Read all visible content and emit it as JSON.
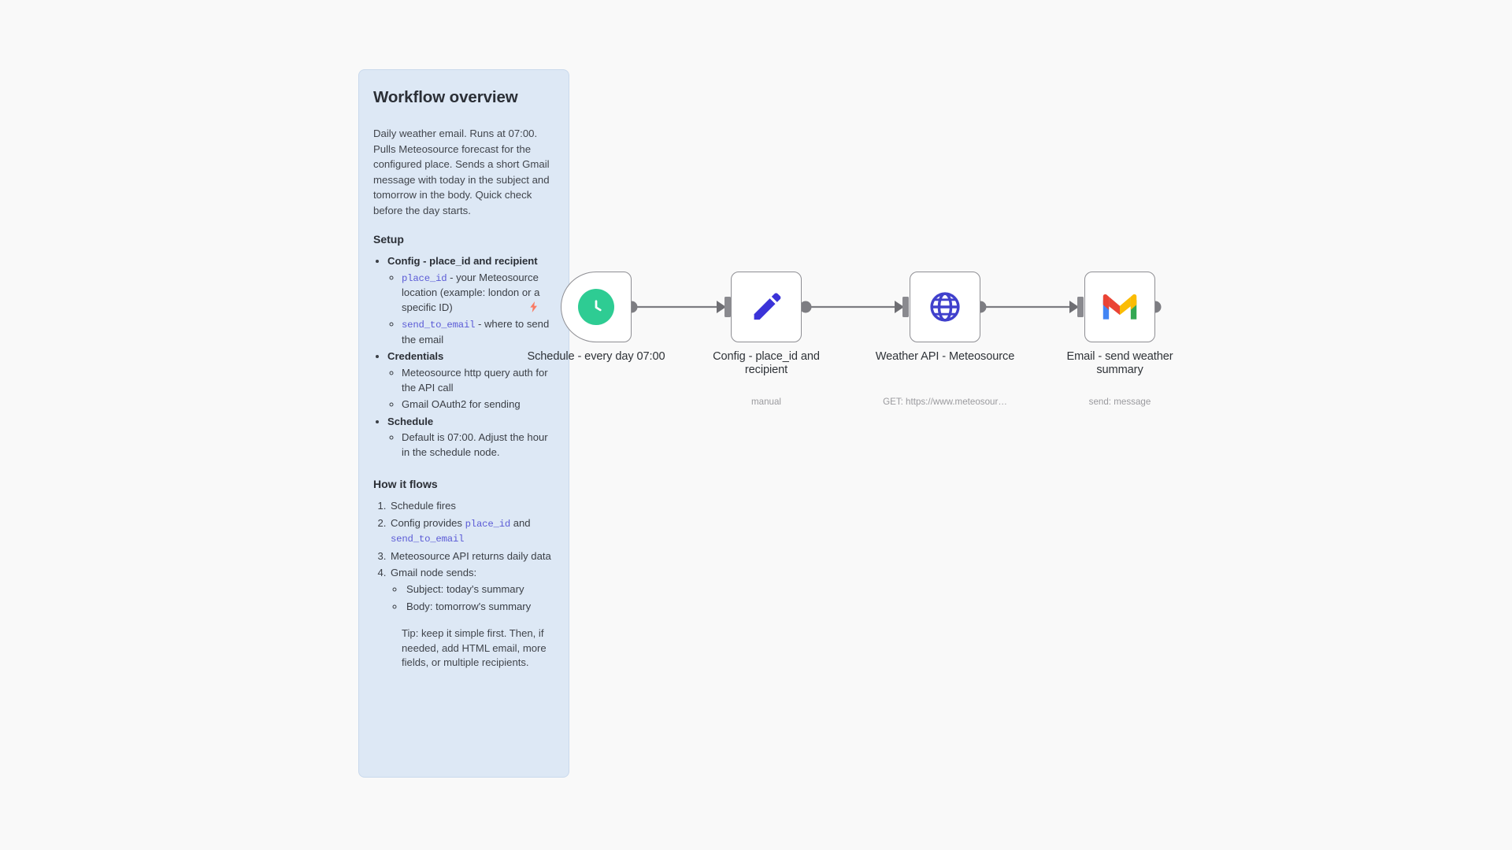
{
  "canvas": {
    "background": "#f9f9f9"
  },
  "sticky_note": {
    "title": "Workflow overview",
    "background": "#dde8f5",
    "border_color": "#c9d9ec",
    "description": "Daily weather email. Runs at 07:00. Pulls Meteosource forecast for the configured place. Sends a short Gmail message with today in the subject and tomorrow in the body. Quick check before the day starts.",
    "setup": {
      "heading": "Setup",
      "items": [
        {
          "label": "Config - place_id and recipient",
          "children": [
            {
              "code": "place_id",
              "text": " - your Meteosource location (example: london or a specific ID)"
            },
            {
              "code": "send_to_email",
              "text": " - where to send the email"
            }
          ]
        },
        {
          "label": "Credentials",
          "children": [
            {
              "code": "",
              "text": "Meteosource http query auth for the API call"
            },
            {
              "code": "",
              "text": "Gmail OAuth2 for sending"
            }
          ]
        },
        {
          "label": "Schedule",
          "children": [
            {
              "code": "",
              "text": "Default is 07:00. Adjust the hour in the schedule node."
            }
          ]
        }
      ]
    },
    "how_it_flows": {
      "heading": "How it flows",
      "steps": [
        {
          "pre": "Schedule fires",
          "code1": "",
          "mid": "",
          "code2": "",
          "post": ""
        },
        {
          "pre": "Config provides ",
          "code1": "place_id",
          "mid": " and ",
          "code2": "send_to_email",
          "post": ""
        },
        {
          "pre": "Meteosource API returns daily data",
          "code1": "",
          "mid": "",
          "code2": "",
          "post": ""
        },
        {
          "pre": "Gmail node sends:",
          "code1": "",
          "mid": "",
          "code2": "",
          "post": ""
        }
      ],
      "gmail_sub_items": [
        "Subject: today's summary",
        "Body: tomorrow's summary"
      ],
      "tip": "Tip: keep it simple first. Then, if needed, add HTML email, more fields, or multiple recipients."
    }
  },
  "nodes": [
    {
      "id": "schedule",
      "icon": "clock-icon",
      "icon_color": "#2ecc93",
      "label": "Schedule - every day 07:00",
      "subtitle": "",
      "type": "trigger"
    },
    {
      "id": "config",
      "icon": "pencil-icon",
      "icon_color": "#3b33d8",
      "label": "Config - place_id and recipient",
      "subtitle": "manual",
      "type": "action"
    },
    {
      "id": "weather-api",
      "icon": "globe-icon",
      "icon_color": "#4040cc",
      "label": "Weather API - Meteosource",
      "subtitle": "GET: https://www.meteosour…",
      "type": "action"
    },
    {
      "id": "email",
      "icon": "gmail-icon",
      "icon_color": "#ea4335",
      "label": "Email - send weather summary",
      "subtitle": "send: message",
      "type": "action"
    }
  ],
  "connector": {
    "color": "#7d7d82",
    "count": 3
  },
  "trigger_indicator": {
    "icon": "lightning-bolt-icon",
    "color": "#f97a63"
  }
}
